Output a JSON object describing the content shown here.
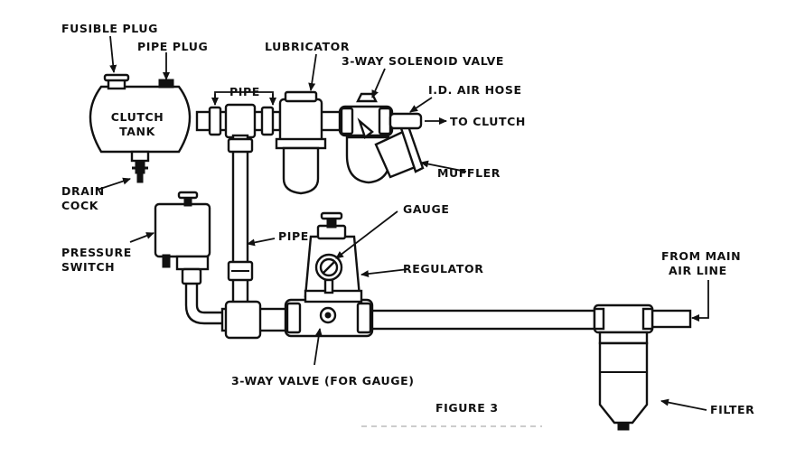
{
  "figure": {
    "caption": "FIGURE 3",
    "tank_label_line1": "CLUTCH",
    "tank_label_line2": "TANK",
    "labels": {
      "fusible_plug": "FUSIBLE PLUG",
      "pipe_plug": "PIPE PLUG",
      "lubricator": "LUBRICATOR",
      "solenoid_valve": "3-WAY SOLENOID VALVE",
      "air_hose": "I.D. AIR HOSE",
      "to_clutch": "TO CLUTCH",
      "pipe_top": "PIPE",
      "muffler": "MUFFLER",
      "drain_line1": "DRAIN",
      "drain_line2": "COCK",
      "gauge": "GAUGE",
      "pipe_mid": "PIPE",
      "pressure_line1": "PRESSURE",
      "pressure_line2": "SWITCH",
      "regulator": "REGULATOR",
      "from_main_line1": "FROM MAIN",
      "from_main_line2": "AIR LINE",
      "three_way_valve": "3-WAY VALVE (FOR GAUGE)",
      "filter": "FILTER"
    }
  }
}
